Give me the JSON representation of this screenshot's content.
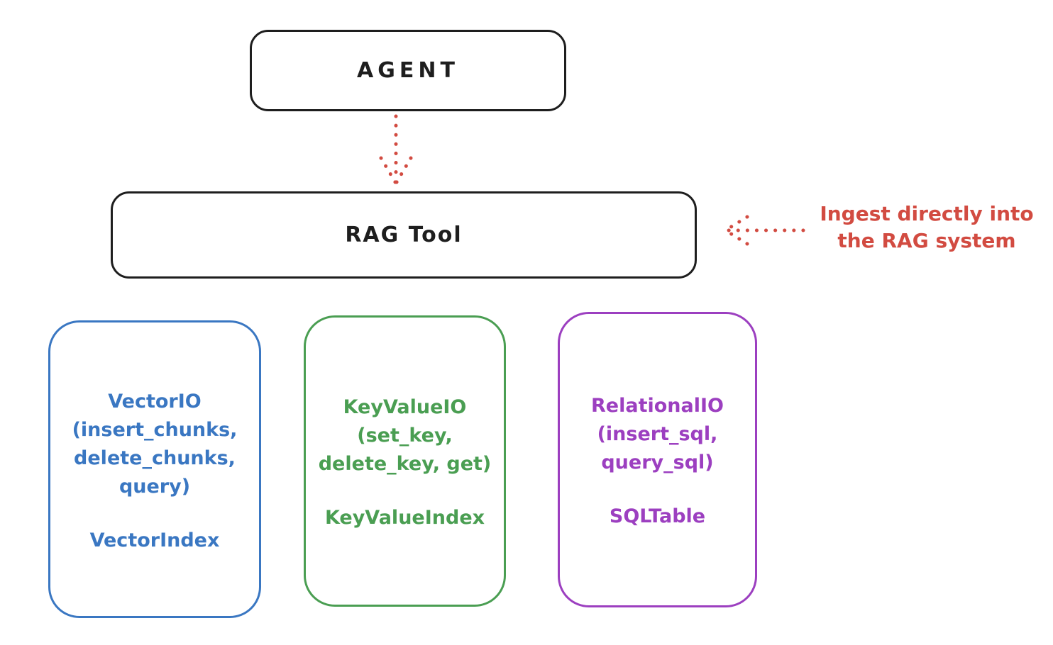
{
  "diagram": {
    "agent": {
      "label": "AGENT"
    },
    "rag_tool": {
      "label": "RAG Tool"
    },
    "annotation": {
      "text": "Ingest directly into\nthe RAG system",
      "color": "#d24b41"
    },
    "arrows": [
      {
        "name": "agent-to-rag-tool",
        "style": "dotted",
        "direction": "down",
        "color": "#d24b41"
      },
      {
        "name": "annotation-to-rag-tool",
        "style": "dotted",
        "direction": "left",
        "color": "#d24b41"
      }
    ],
    "backends": [
      {
        "id": "vector",
        "signature": "VectorIO\n(insert_chunks,\ndelete_chunks,\nquery)",
        "index": "VectorIndex",
        "color": "#3a77c2"
      },
      {
        "id": "keyvalue",
        "signature": "KeyValueIO\n(set_key,\ndelete_key, get)",
        "index": "KeyValueIndex",
        "color": "#4a9e52"
      },
      {
        "id": "relational",
        "signature": "RelationalIO\n(insert_sql,\nquery_sql)",
        "index": "SQLTable",
        "color": "#9c3fc0"
      }
    ],
    "colors": {
      "stroke": "#1e1e1e",
      "background": "#ffffff"
    }
  }
}
